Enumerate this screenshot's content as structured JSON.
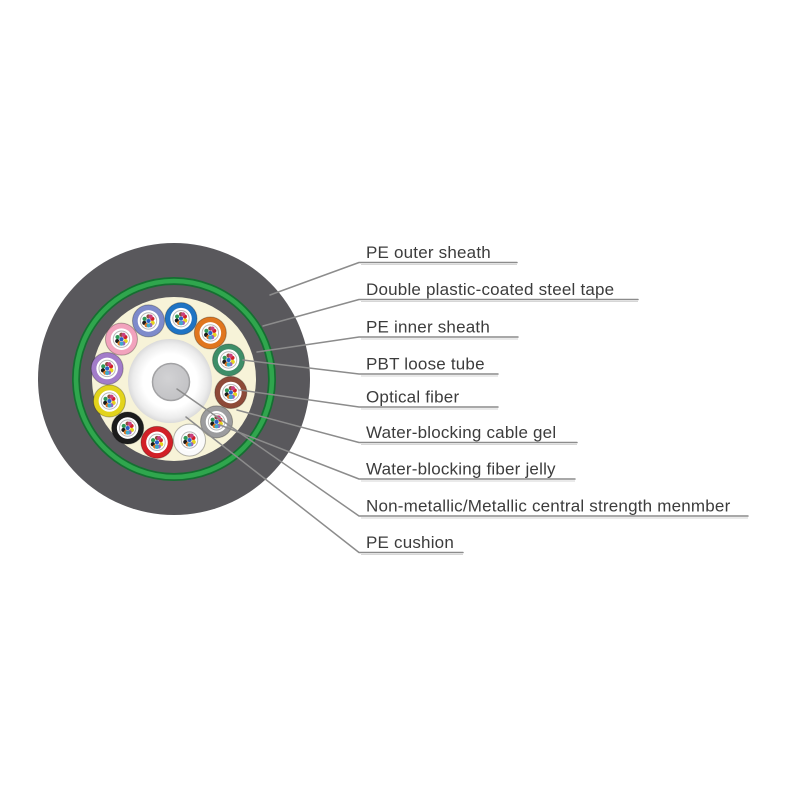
{
  "diagram": {
    "type": "fiber-optic-cable-cross-section",
    "labels": [
      {
        "text": "PE outer sheath"
      },
      {
        "text": "Double plastic-coated steel tape"
      },
      {
        "text": "PE inner sheath"
      },
      {
        "text": "PBT loose tube"
      },
      {
        "text": "Optical fiber"
      },
      {
        "text": "Water-blocking cable gel"
      },
      {
        "text": "Water-blocking fiber jelly"
      },
      {
        "text": "Non-metallic/Metallic central strength menmber"
      },
      {
        "text": "PE cushion"
      }
    ],
    "loose_tubes": [
      {
        "name": "blue",
        "hex": "#1f74c4"
      },
      {
        "name": "orange",
        "hex": "#e0761e"
      },
      {
        "name": "green",
        "hex": "#3e8e68"
      },
      {
        "name": "brown",
        "hex": "#8e4a38"
      },
      {
        "name": "slate",
        "hex": "#9c9c9e"
      },
      {
        "name": "white",
        "hex": "#fafafa"
      },
      {
        "name": "red",
        "hex": "#d22027"
      },
      {
        "name": "black",
        "hex": "#1c1c1c"
      },
      {
        "name": "yellow",
        "hex": "#e3d41c"
      },
      {
        "name": "violet",
        "hex": "#a27cc9"
      },
      {
        "name": "rose",
        "hex": "#f2a3bd"
      },
      {
        "name": "aqua",
        "hex": "#7e8bcb"
      }
    ],
    "fiber_dot_colors": [
      "#2a62c6",
      "#d02028",
      "#2e9958",
      "#e6d41f",
      "#1a1a1a",
      "#9a5fc0",
      "#e0761e",
      "#8e4a38",
      "#3fa9c9",
      "#c9407e"
    ],
    "layer_colors": {
      "outer_sheath": "#59585c",
      "steel_tape_green": "#2fa64d",
      "steel_tape_green_dark": "#156f31",
      "cable_gel": "#f7f3d8",
      "cushion_edge": "#d6d6d6",
      "cushion": "#ffffff",
      "strength_member": "#c7c7c9",
      "strength_member_rim": "#a2a2a4",
      "tube_inner": "#ffffff",
      "leader_line": "#8c8c8c",
      "leader_shadow": "#d6d6d6",
      "label_text": "#3c3c3c"
    }
  }
}
